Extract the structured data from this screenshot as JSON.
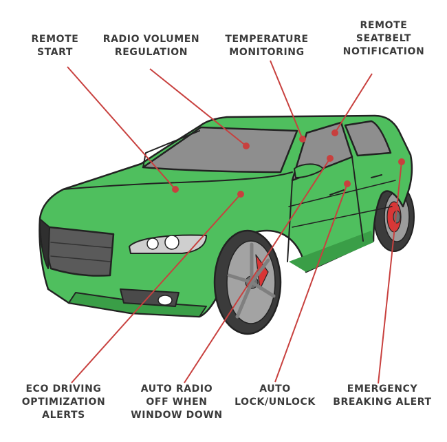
{
  "colors": {
    "car_body": "#4fbf5e",
    "car_body_shade": "#3a9e47",
    "outline": "#222222",
    "glass": "#8e8e8e",
    "tire": "#3b3b3b",
    "rim": "#9c9c9c",
    "brake": "#d93636",
    "callout_line": "#c8403e",
    "label_text": "#3a3a3a"
  },
  "labels": {
    "remote_start": [
      "REMOTE",
      "START"
    ],
    "radio_volume": [
      "RADIO VOLUMEN",
      "REGULATION"
    ],
    "temperature": [
      "TEMPERATURE",
      "MONITORING"
    ],
    "seatbelt": [
      "REMOTE",
      "SEATBELT",
      "NOTIFICATION"
    ],
    "eco_driving": [
      "ECO DRIVING",
      "OPTIMIZATION",
      "ALERTS"
    ],
    "auto_radio": [
      "AUTO RADIO",
      "OFF WHEN",
      "WINDOW DOWN"
    ],
    "auto_lock": [
      "AUTO",
      "LOCK/UNLOCK"
    ],
    "emergency": [
      "EMERGENCY",
      "BREAKING ALERT"
    ]
  }
}
